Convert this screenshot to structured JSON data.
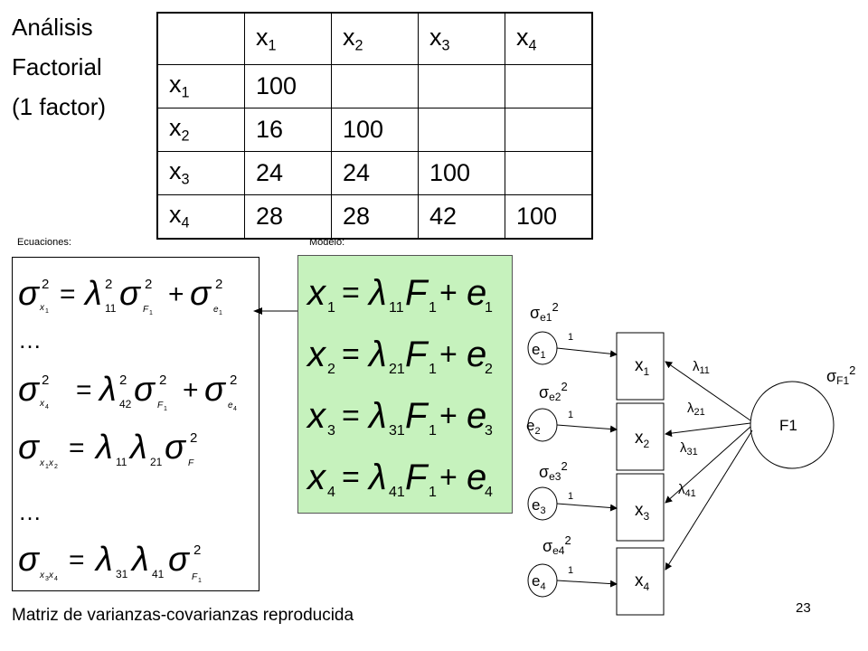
{
  "title": [
    "Análisis",
    "Factorial",
    "(1 factor)"
  ],
  "matrix": {
    "headers": [
      {
        "base": "x",
        "sub": "1"
      },
      {
        "base": "x",
        "sub": "2"
      },
      {
        "base": "x",
        "sub": "3"
      },
      {
        "base": "x",
        "sub": "4"
      }
    ],
    "rows": [
      {
        "base": "x",
        "sub": "1",
        "cells": [
          "100",
          "",
          "",
          ""
        ]
      },
      {
        "base": "x",
        "sub": "2",
        "cells": [
          "16",
          "100",
          "",
          ""
        ]
      },
      {
        "base": "x",
        "sub": "3",
        "cells": [
          "24",
          "24",
          "100",
          ""
        ]
      },
      {
        "base": "x",
        "sub": "4",
        "cells": [
          "28",
          "28",
          "42",
          "100"
        ]
      }
    ]
  },
  "labels": {
    "ecuaciones": "Ecuaciones:",
    "modelo": "Modelo:",
    "footer": "Matriz de varianzas-covarianzas reproducida",
    "page_number": "23"
  },
  "diagram": {
    "factor": "F1",
    "factor_variance": {
      "sym": "σ",
      "sub": "F1",
      "sup": "2"
    },
    "errors": [
      "e1",
      "e2",
      "e3",
      "e4"
    ],
    "error_variances": [
      "e1",
      "e2",
      "e3",
      "e4"
    ],
    "observed": [
      "x1",
      "x2",
      "x3",
      "x4"
    ],
    "fixed_paths": [
      "1",
      "1",
      "1",
      "1"
    ],
    "loadings": [
      {
        "sym": "λ",
        "sub": "11"
      },
      {
        "sym": "λ",
        "sub": "21"
      },
      {
        "sym": "λ",
        "sub": "31"
      },
      {
        "sym": "λ",
        "sub": "41"
      }
    ]
  }
}
